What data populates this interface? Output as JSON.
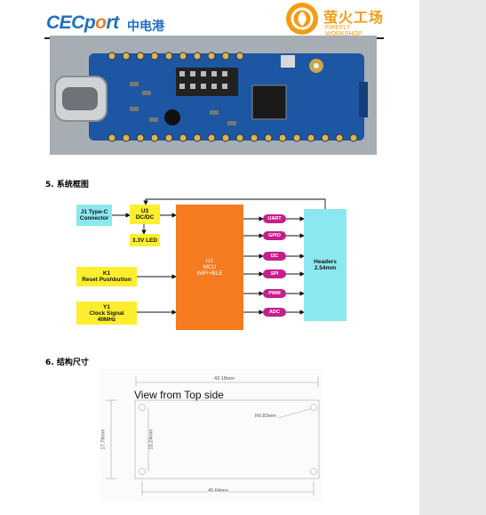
{
  "header": {
    "logo_prefix": "CECp",
    "logo_o": "o",
    "logo_suffix": "rt",
    "logo_cn": "中电港",
    "partner_cn": "萤火工场",
    "partner_en": "FIREFLY WORKSHOP"
  },
  "sections": {
    "system": "5. 系统框图",
    "structure": "6. 结构尺寸"
  },
  "block_diagram": {
    "j1": [
      "J1 Type-C",
      "Connector"
    ],
    "u3": [
      "U3",
      "DC/DC"
    ],
    "led": "3.3V LED",
    "k1": [
      "K1",
      "Reset Pushbutton"
    ],
    "y1": [
      "Y1",
      "Clock Signal",
      "40MHz"
    ],
    "mcu": [
      "U1",
      "MCU",
      "WiFi+BLE"
    ],
    "headers": [
      "Headers",
      "2.54mm"
    ],
    "signals": [
      "UART",
      "GPIO",
      "I2C",
      "SPI",
      "PWM",
      "ADC"
    ],
    "colors": {
      "cyan": "#8ce8f0",
      "yellow": "#ffee2e",
      "orange": "#f47b20",
      "magenta": "#c51f8a"
    }
  },
  "mechanical": {
    "title": "View from Top side",
    "width_total": "43.18mm",
    "width_pitch": "40.64mm",
    "height_total": "17.78mm",
    "height_pitch": "15.24mm",
    "radius": "R0.83mm"
  }
}
